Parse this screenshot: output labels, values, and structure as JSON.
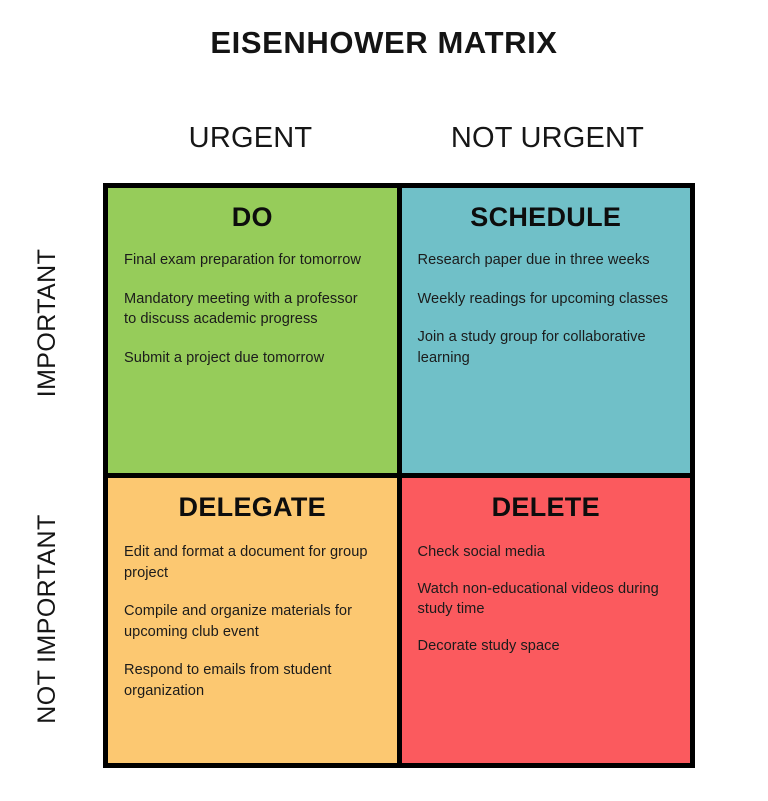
{
  "title": "EISENHOWER MATRIX",
  "axes": {
    "columns": [
      {
        "id": "urgent",
        "label": "URGENT"
      },
      {
        "id": "not-urgent",
        "label": "NOT URGENT"
      }
    ],
    "rows": [
      {
        "id": "important",
        "label": "IMPORTANT"
      },
      {
        "id": "not-important",
        "label": "NOT IMPORTANT"
      }
    ]
  },
  "colors": {
    "page_background": "#ffffff",
    "grid_line": "#000000",
    "text": "#1a1a1a",
    "do": "#96cc5a",
    "schedule": "#70c0c8",
    "delegate": "#fcc871",
    "delete": "#fb5a5e"
  },
  "quadrants": {
    "do": {
      "title": "DO",
      "color": "#96cc5a",
      "row": "IMPORTANT",
      "column": "URGENT",
      "tasks": [
        "Final exam preparation for tomorrow",
        "Mandatory meeting with a professor to discuss academic progress",
        "Submit a project due tomorrow"
      ]
    },
    "schedule": {
      "title": "SCHEDULE",
      "color": "#70c0c8",
      "row": "IMPORTANT",
      "column": "NOT URGENT",
      "tasks": [
        "Research paper due in three weeks",
        "Weekly readings for upcoming classes",
        "Join a study group for collaborative learning"
      ]
    },
    "delegate": {
      "title": "DELEGATE",
      "color": "#fcc871",
      "row": "NOT IMPORTANT",
      "column": "URGENT",
      "tasks": [
        "Edit and format a document for group project",
        "Compile and organize materials for upcoming club event",
        "Respond to emails from student organization"
      ]
    },
    "delete": {
      "title": "DELETE",
      "color": "#fb5a5e",
      "row": "NOT IMPORTANT",
      "column": "NOT URGENT",
      "tasks": [
        "Check social media",
        "Watch non-educational videos during study time",
        "Decorate study space"
      ]
    }
  }
}
